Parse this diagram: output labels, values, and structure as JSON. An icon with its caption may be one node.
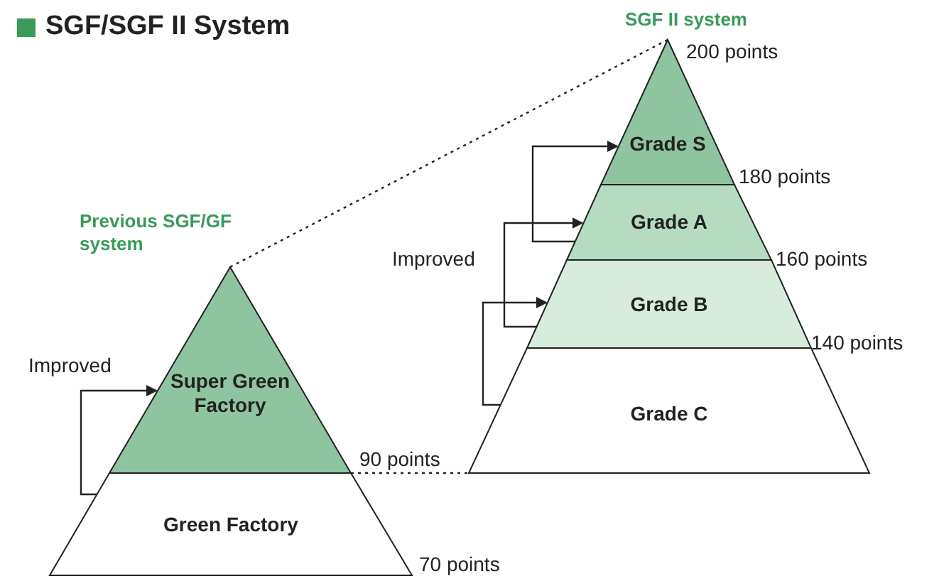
{
  "diagram": {
    "title": "SGF/SGF II System",
    "nodes": [
      {
        "text": [
          "Super Green Factory"
        ]
      },
      {
        "text": [
          "Green Factory"
        ]
      },
      {
        "text": [
          "Grade S"
        ]
      },
      {
        "text": [
          "Grade A"
        ]
      },
      {
        "text": [
          "Grade B"
        ]
      },
      {
        "text": [
          "Grade C"
        ]
      }
    ],
    "edges": [
      {
        "from": 1,
        "to": 0,
        "arrow": "to",
        "label": "Improved"
      },
      {
        "from": 5,
        "to": 4,
        "arrow": "to"
      },
      {
        "from": 4,
        "to": 3,
        "arrow": "to",
        "label": "Improved"
      },
      {
        "from": 3,
        "to": 2,
        "arrow": "to"
      },
      {
        "from": 0,
        "to": 2,
        "arrow": "none",
        "style": "dashed"
      },
      {
        "from": 0,
        "to": 5,
        "arrow": "none",
        "style": "dashed"
      }
    ],
    "labels": [
      "SGF II system",
      "200 points",
      "180 points",
      "160 points",
      "Previous SGF/GF system",
      "140 points",
      "90 points",
      "70 points"
    ]
  }
}
